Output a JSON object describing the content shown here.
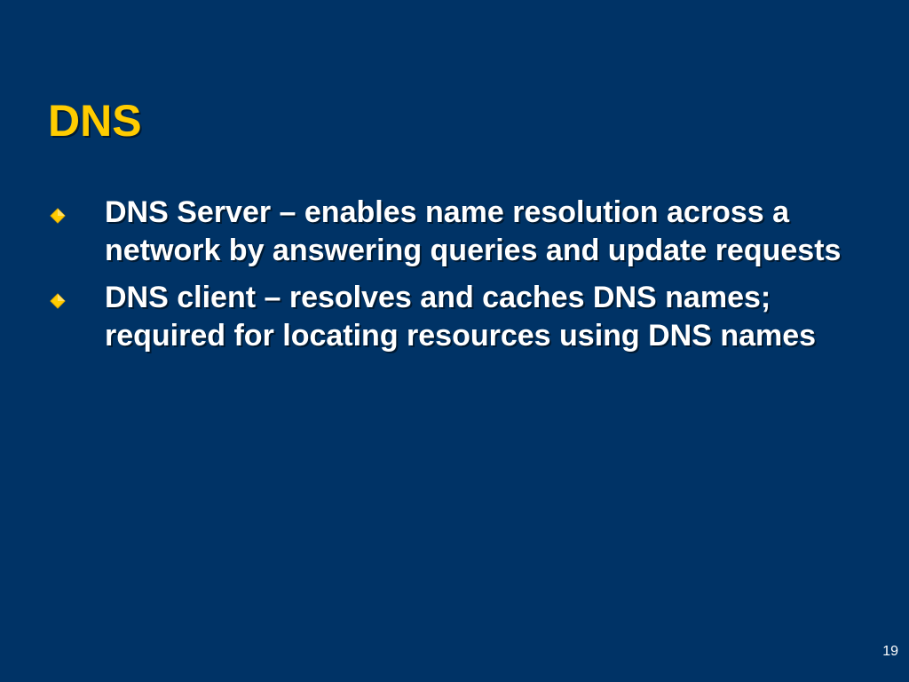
{
  "slide": {
    "title": "DNS",
    "bullets": [
      {
        "icon": "diamond-bullet-icon",
        "text": "DNS Server – enables name resolution across a network by answering queries and update requests"
      },
      {
        "icon": "diamond-bullet-icon",
        "text": "DNS client – resolves and caches DNS names; required for locating resources using DNS names"
      }
    ],
    "page_number": "19"
  },
  "colors": {
    "background": "#003366",
    "title": "#ffcc00",
    "body_text": "#ffffff",
    "bullet": "#ffcc00"
  }
}
